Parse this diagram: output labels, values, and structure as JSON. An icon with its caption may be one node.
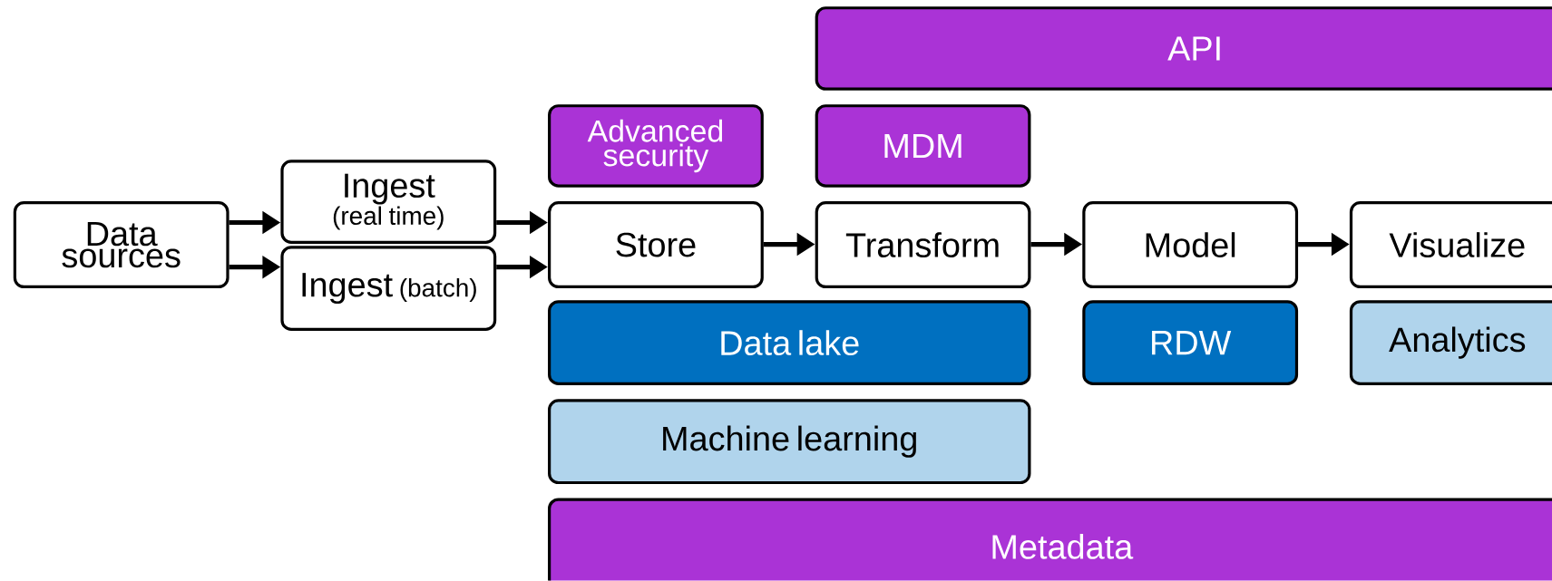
{
  "diagram": {
    "nodes": [
      {
        "text": [
          "Data sources"
        ]
      },
      {
        "text": [
          "Ingest",
          "(real time)"
        ]
      },
      {
        "text": [
          "Ingest",
          "(batch)"
        ]
      },
      {
        "text": [
          "Advanced security"
        ]
      },
      {
        "text": [
          "Store"
        ]
      },
      {
        "text": [
          "API"
        ]
      },
      {
        "text": [
          "MDM"
        ]
      },
      {
        "text": [
          "Transform"
        ]
      },
      {
        "text": [
          "Model"
        ]
      },
      {
        "text": [
          "Visualize"
        ]
      },
      {
        "text": [
          "Data lake"
        ]
      },
      {
        "text": [
          "RDW"
        ]
      },
      {
        "text": [
          "Analytics"
        ]
      },
      {
        "text": [
          "Machine learning"
        ]
      },
      {
        "text": [
          "Metadata"
        ]
      }
    ],
    "edges": [
      {
        "from": 0,
        "to": 1,
        "arrow": "to"
      },
      {
        "from": 0,
        "to": 2,
        "arrow": "to"
      },
      {
        "from": 1,
        "to": 4,
        "arrow": "to"
      },
      {
        "from": 2,
        "to": 4,
        "arrow": "to"
      },
      {
        "from": 4,
        "to": 7,
        "arrow": "to"
      },
      {
        "from": 7,
        "to": 8,
        "arrow": "to"
      },
      {
        "from": 8,
        "to": 9,
        "arrow": "to"
      }
    ]
  }
}
